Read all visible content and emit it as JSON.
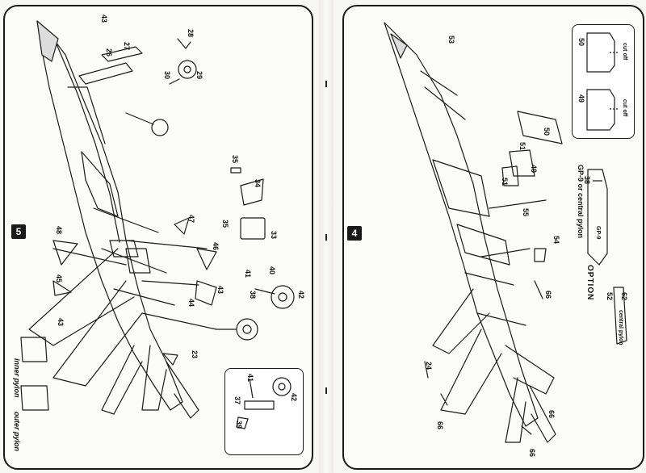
{
  "left_page": {
    "step_number": "5",
    "part_numbers": [
      "43",
      "26",
      "27",
      "28",
      "29",
      "30",
      "35",
      "34",
      "47",
      "35",
      "33",
      "46",
      "48",
      "45",
      "43",
      "41",
      "40",
      "38",
      "42",
      "44",
      "43",
      "23"
    ],
    "pylon_labels": [
      "inner pylon",
      "outer pylon"
    ],
    "inset_parts": [
      "41",
      "37",
      "42",
      "39"
    ]
  },
  "right_page": {
    "step_number": "4",
    "part_numbers": [
      "53",
      "50",
      "51",
      "51",
      "49",
      "55",
      "54",
      "66",
      "24",
      "66",
      "66",
      "66",
      "62"
    ],
    "inset_cut": {
      "labels": [
        "cut off",
        "cut off"
      ],
      "parts": [
        "50",
        "49"
      ]
    },
    "option": {
      "title": "OPTION",
      "caption": "GP-9 or central pylon",
      "parts": [
        "38",
        "52"
      ],
      "small_labels": [
        "GP-9",
        "central pylon"
      ]
    }
  },
  "colors": {
    "line": "#1a1a1a",
    "paper": "#fbfbf9",
    "badge": "#1a1a1a"
  }
}
